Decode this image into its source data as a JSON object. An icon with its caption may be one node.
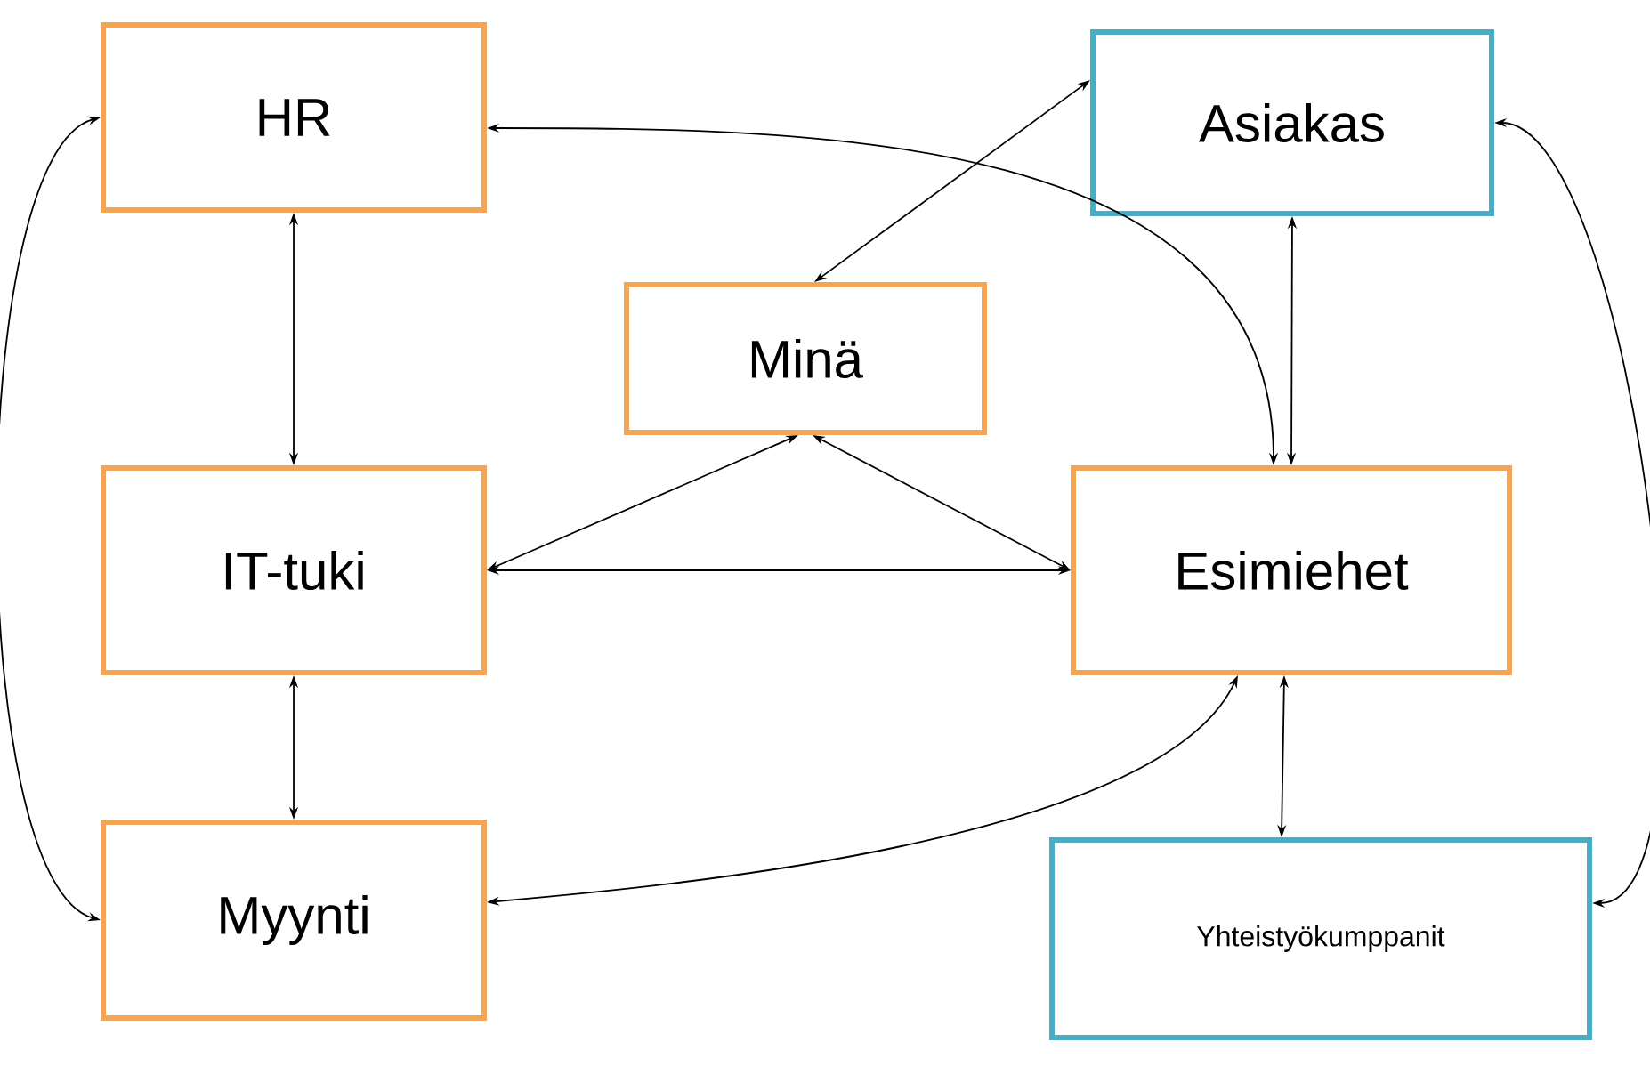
{
  "diagram": {
    "nodes": [
      {
        "text": [
          "HR"
        ]
      },
      {
        "text": [
          "Asiakas"
        ]
      },
      {
        "text": [
          "Minä"
        ]
      },
      {
        "text": [
          "IT-tuki"
        ]
      },
      {
        "text": [
          "Esimiehet"
        ]
      },
      {
        "text": [
          "Myynti"
        ]
      },
      {
        "text": [
          "Yhteistyökumppanit"
        ]
      }
    ],
    "edges": [
      {
        "from": 0,
        "to": 3,
        "arrow": "both"
      },
      {
        "from": 3,
        "to": 5,
        "arrow": "both"
      },
      {
        "from": 0,
        "to": 5,
        "arrow": "both"
      },
      {
        "from": 0,
        "to": 4,
        "arrow": "both"
      },
      {
        "from": 1,
        "to": 2,
        "arrow": "both"
      },
      {
        "from": 1,
        "to": 4,
        "arrow": "both"
      },
      {
        "from": 1,
        "to": 6,
        "arrow": "both"
      },
      {
        "from": 2,
        "to": 3,
        "arrow": "both"
      },
      {
        "from": 2,
        "to": 4,
        "arrow": "both"
      },
      {
        "from": 3,
        "to": 4,
        "arrow": "both"
      },
      {
        "from": 4,
        "to": 5,
        "arrow": "both"
      },
      {
        "from": 4,
        "to": 6,
        "arrow": "both"
      }
    ]
  }
}
